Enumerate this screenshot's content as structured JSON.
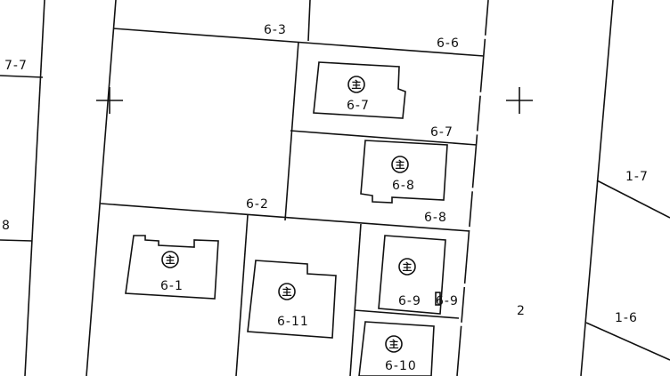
{
  "map": {
    "building_symbol": "主",
    "parcels": {
      "p77": "7-7",
      "p8": "8",
      "p63": "6-3",
      "p66": "6-6",
      "p67": "6-7",
      "p62": "6-2",
      "p68": "6-8",
      "p69": "6-9",
      "p2": "2",
      "p17": "1-7",
      "p16": "1-6"
    },
    "buildings": {
      "b67": "6-7",
      "b68": "6-8",
      "b61": "6-1",
      "b611": "6-11",
      "b69": "6-9",
      "b610": "6-10"
    }
  }
}
